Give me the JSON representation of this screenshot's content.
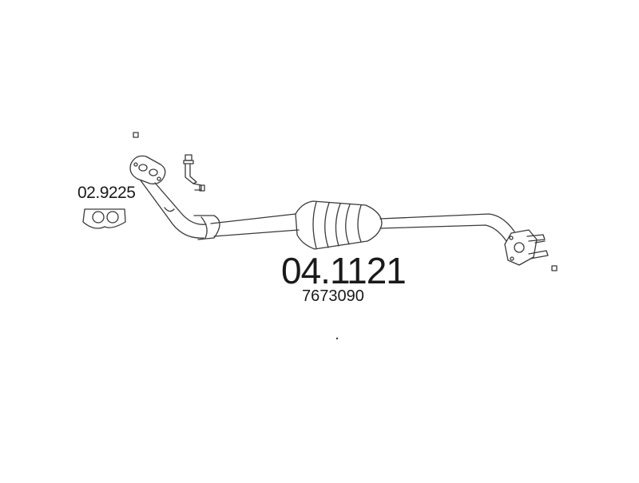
{
  "diagram": {
    "main_part_number": "04.1121",
    "oem_number": "7673090",
    "gasket_part_number": "02.9225"
  },
  "icons": {
    "left_marker": "square-marker-icon",
    "right_marker": "square-marker-icon"
  },
  "colors": {
    "line": "#3a3a3a",
    "background": "#ffffff"
  }
}
